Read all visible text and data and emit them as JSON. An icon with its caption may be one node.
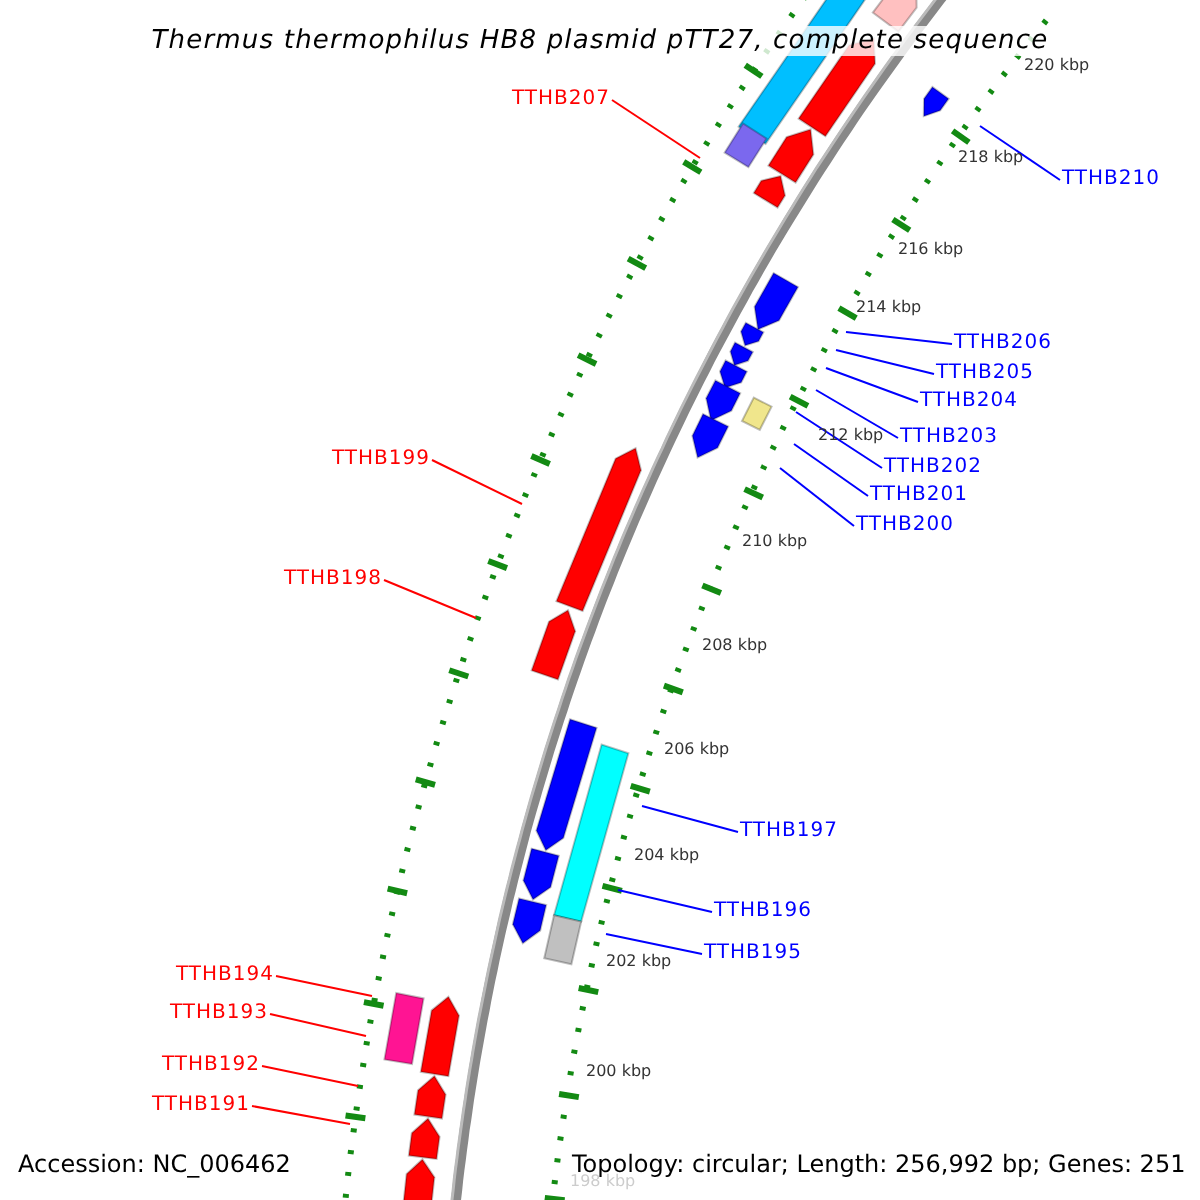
{
  "diagram": {
    "title": "Thermus thermophilus HB8 plasmid pTT27, complete sequence",
    "nodes": [
      {
        "text": [
          "TTHB207"
        ]
      },
      {
        "text": [
          "TTHB210"
        ]
      },
      {
        "text": [
          "TTHB206"
        ]
      },
      {
        "text": [
          "TTHB205"
        ]
      },
      {
        "text": [
          "TTHB204"
        ]
      },
      {
        "text": [
          "TTHB203"
        ]
      },
      {
        "text": [
          "TTHB202"
        ]
      },
      {
        "text": [
          "TTHB201"
        ]
      },
      {
        "text": [
          "TTHB200"
        ]
      },
      {
        "text": [
          "TTHB199"
        ]
      },
      {
        "text": [
          "TTHB198"
        ]
      },
      {
        "text": [
          "TTHB197"
        ]
      },
      {
        "text": [
          "TTHB196"
        ]
      },
      {
        "text": [
          "TTHB195"
        ]
      },
      {
        "text": [
          "TTHB194"
        ]
      },
      {
        "text": [
          "TTHB193"
        ]
      },
      {
        "text": [
          "TTHB192"
        ]
      },
      {
        "text": [
          "TTHB191"
        ]
      }
    ],
    "edges": [
      {
        "from": 0,
        "to": null,
        "arrow": "none",
        "color": "#ff0000"
      },
      {
        "from": 1,
        "to": null,
        "arrow": "none"
      },
      {
        "from": 2,
        "to": null,
        "arrow": "none"
      },
      {
        "from": 3,
        "to": null,
        "arrow": "none"
      },
      {
        "from": 4,
        "to": null,
        "arrow": "none"
      },
      {
        "from": 5,
        "to": null,
        "arrow": "none"
      },
      {
        "from": 6,
        "to": null,
        "arrow": "none"
      },
      {
        "from": 7,
        "to": null,
        "arrow": "none"
      },
      {
        "from": 8,
        "to": null,
        "arrow": "none"
      },
      {
        "from": 9,
        "to": null,
        "arrow": "none",
        "color": "#ff0000"
      },
      {
        "from": 10,
        "to": null,
        "arrow": "none",
        "color": "#ff0000"
      },
      {
        "from": 11,
        "to": null,
        "arrow": "none"
      },
      {
        "from": 12,
        "to": null,
        "arrow": "none"
      },
      {
        "from": 13,
        "to": null,
        "arrow": "none"
      },
      {
        "from": 14,
        "to": null,
        "arrow": "none",
        "color": "#ff0000"
      },
      {
        "from": 15,
        "to": null,
        "arrow": "none",
        "color": "#ff0000"
      },
      {
        "from": 16,
        "to": null,
        "arrow": "none",
        "color": "#ff0000"
      },
      {
        "from": 17,
        "to": null,
        "arrow": "none",
        "color": "#ff0000"
      }
    ],
    "labels": [
      "220 kbp",
      "218 kbp",
      "216 kbp",
      "214 kbp",
      "212 kbp",
      "210 kbp",
      "208 kbp",
      "206 kbp",
      "204 kbp",
      "202 kbp",
      "200 kbp",
      "198 kbp",
      "Accession: NC_006462",
      "Topology: circular; Length: 256,992 bp; Genes: 251"
    ]
  }
}
